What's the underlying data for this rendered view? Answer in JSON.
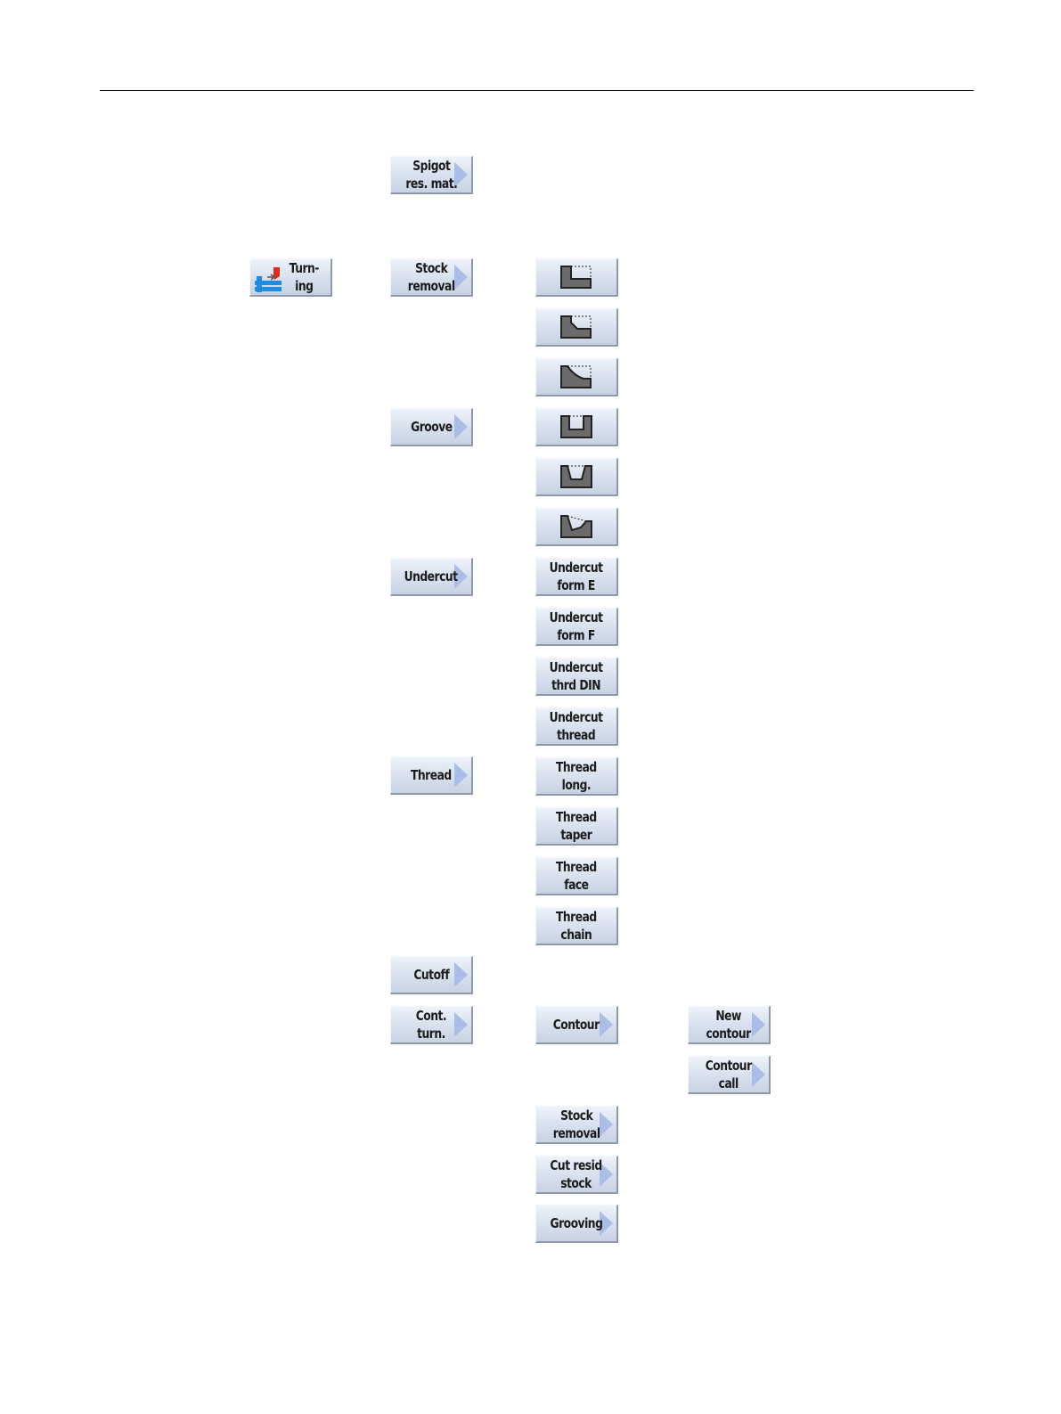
{
  "level1": {
    "turning_label": "Turn-\ning"
  },
  "level2": {
    "spigot": "Spigot\nres. mat.",
    "stock_removal": "Stock\nremoval",
    "groove": "Groove",
    "undercut": "Undercut",
    "thread": "Thread",
    "cutoff": "Cutoff",
    "cont_turn": "Cont.\nturn."
  },
  "level3": {
    "stock_removal_icons": [
      "stock-removal-straight-icon",
      "stock-removal-chamfer-icon",
      "stock-removal-radius-icon"
    ],
    "groove_icons": [
      "groove-straight-icon",
      "groove-chamfer-icon",
      "groove-oblique-icon"
    ],
    "undercut_form_e": "Undercut\nform E",
    "undercut_form_f": "Undercut\nform F",
    "undercut_thrd_din": "Undercut\nthrd DIN",
    "undercut_thread": "Undercut\nthread",
    "thread_long": "Thread\nlong.",
    "thread_taper": "Thread\ntaper",
    "thread_face": "Thread\nface",
    "thread_chain": "Thread\nchain",
    "contour": "Contour",
    "stock_removal": "Stock\nremoval",
    "cut_resid_stock": "Cut resid\nstock",
    "grooving": "Grooving"
  },
  "level4": {
    "new_contour": "New\ncontour",
    "contour_call": "Contour\ncall"
  },
  "colors": {
    "softkey_top": "#eef3fb",
    "softkey_bottom": "#c7d2e2",
    "arrow": "#a9bde6",
    "icon_fill": "#6b6b6b"
  }
}
